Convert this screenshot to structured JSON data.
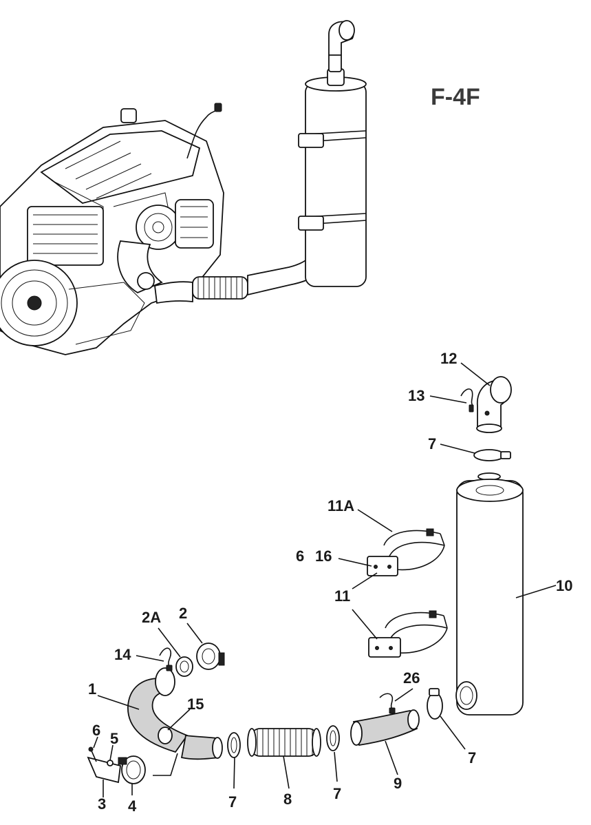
{
  "figure": {
    "id": "F-4F"
  },
  "callouts": {
    "c1": "1",
    "c2": "2",
    "c2a": "2A",
    "c3": "3",
    "c4": "4",
    "c5": "5",
    "c6a": "6",
    "c6b": "6",
    "c7a": "7",
    "c7b": "7",
    "c7c": "7",
    "c7d": "7",
    "c8": "8",
    "c9": "9",
    "c10": "10",
    "c11a": "11",
    "c11A": "11A",
    "c12": "12",
    "c13": "13",
    "c14": "14",
    "c15": "15",
    "c16": "16",
    "c26": "26"
  }
}
